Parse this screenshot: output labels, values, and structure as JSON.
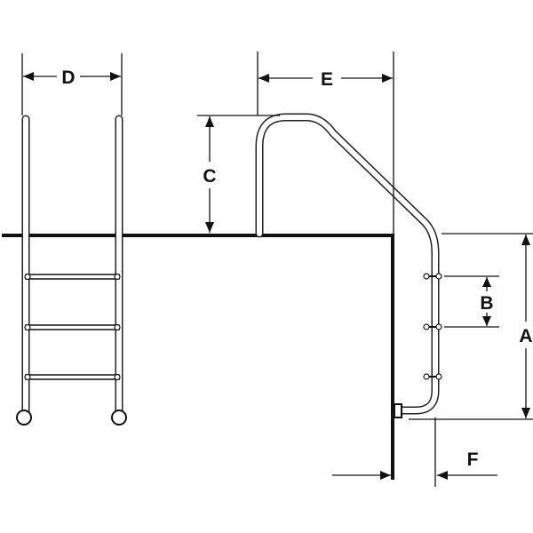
{
  "diagram": {
    "labels": {
      "A": "A",
      "B": "B",
      "C": "C",
      "D": "D",
      "E": "E",
      "F": "F"
    },
    "colors": {
      "line": "#111111",
      "background": "#ffffff"
    }
  }
}
